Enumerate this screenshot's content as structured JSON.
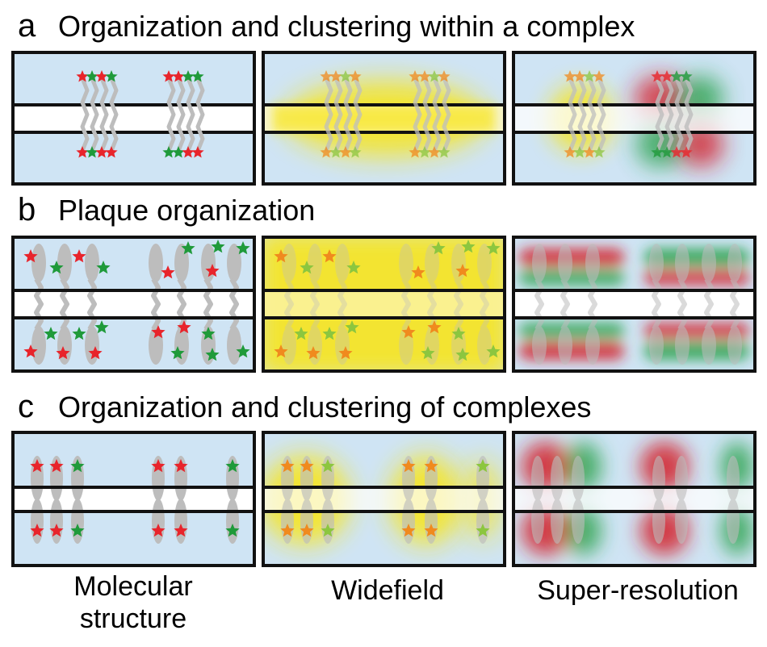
{
  "rows": [
    {
      "letter": "a",
      "title": "Organization and clustering within a complex"
    },
    {
      "letter": "b",
      "title": "Plaque organization"
    },
    {
      "letter": "c",
      "title": "Organization and clustering of complexes"
    }
  ],
  "columns": {
    "molecular_line1": "Molecular",
    "molecular_line2": "structure",
    "widefield": "Widefield",
    "superres": "Super-resolution"
  },
  "colors": {
    "background_blue": "#cfe4f4",
    "membrane_black": "#111111",
    "protein_gray": "#bdbdbd",
    "star_red": "#e8242b",
    "star_green": "#1f9a3a",
    "star_orange": "#f08a1e",
    "star_lightgreen": "#8cc63f",
    "glow_yellow": "#f7e51a",
    "glow_red": "#d41f2a",
    "glow_green": "#26a049"
  }
}
